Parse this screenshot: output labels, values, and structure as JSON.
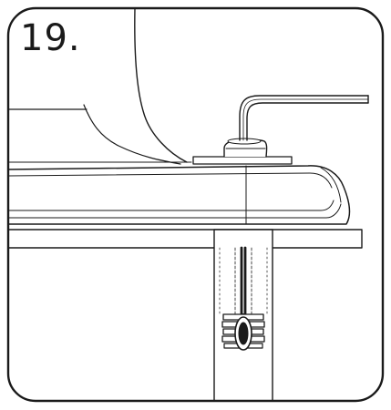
{
  "step": {
    "number": "19."
  },
  "illustration": {
    "parts": [
      "sewing-machine-body",
      "base-plate",
      "table-top",
      "hex-key",
      "mounting-bolt",
      "washer",
      "support-leg",
      "threaded-screw"
    ]
  },
  "colors": {
    "stroke": "#1a1a1a",
    "background": "#ffffff"
  }
}
